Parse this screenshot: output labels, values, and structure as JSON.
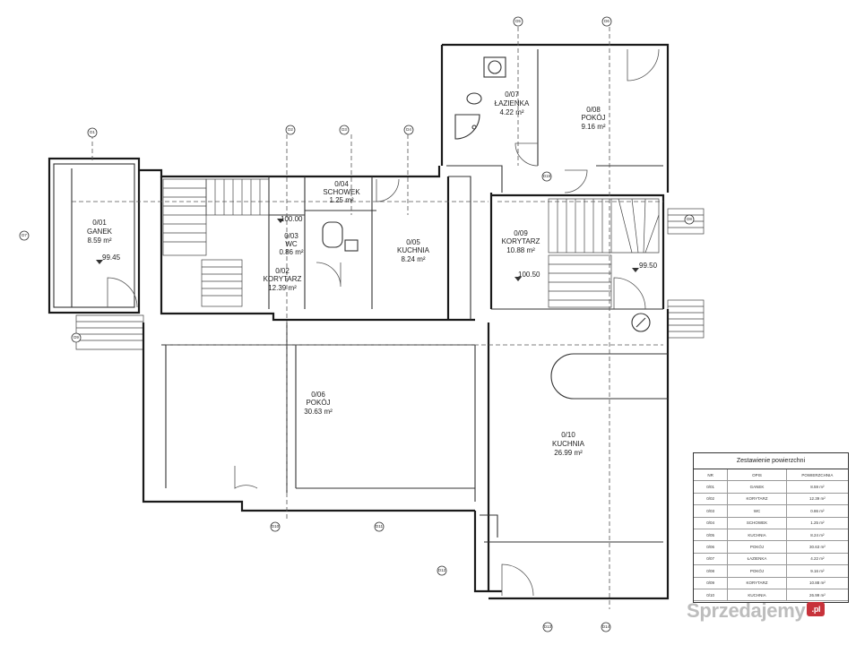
{
  "rooms": [
    {
      "id": "r01",
      "number": "0/01",
      "name": "GANEK",
      "area": "8.59 m²"
    },
    {
      "id": "r02",
      "number": "0/02",
      "name": "KORYTARZ",
      "area": "12.39 m²"
    },
    {
      "id": "r03",
      "number": "0/03",
      "name": "WC",
      "area": "0.86 m²"
    },
    {
      "id": "r04",
      "number": "0/04",
      "name": "SCHOWEK",
      "area": "1.25 m²"
    },
    {
      "id": "r05",
      "number": "0/05",
      "name": "KUCHNIA",
      "area": "8.24 m²"
    },
    {
      "id": "r06",
      "number": "0/06",
      "name": "POKÓJ",
      "area": "30.63 m²"
    },
    {
      "id": "r07",
      "number": "0/07",
      "name": "ŁAZIENKA",
      "area": "4.22 m²"
    },
    {
      "id": "r08",
      "number": "0/08",
      "name": "POKÓJ",
      "area": "9.16 m²"
    },
    {
      "id": "r09",
      "number": "0/09",
      "name": "KORYTARZ",
      "area": "10.88 m²"
    },
    {
      "id": "r10",
      "number": "0/10",
      "name": "KUCHNIA",
      "area": "26.99 m²"
    }
  ],
  "levels": [
    "100.00",
    "99.45",
    "100.50",
    "99.50"
  ],
  "summary": {
    "title": "Zestawienie powierzchni",
    "headers": [
      "NR",
      "OPIS",
      "POWIERZCHNIA"
    ],
    "rows": [
      [
        "0/01",
        "GANEK",
        "8.59 m²"
      ],
      [
        "0/02",
        "KORYTARZ",
        "12.39 m²"
      ],
      [
        "0/03",
        "WC",
        "0.86 m²"
      ],
      [
        "0/04",
        "SCHOWEK",
        "1.25 m²"
      ],
      [
        "0/05",
        "KUCHNIA",
        "8.24 m²"
      ],
      [
        "0/06",
        "POKÓJ",
        "30.63 m²"
      ],
      [
        "0/07",
        "ŁAZIENKA",
        "4.22 m²"
      ],
      [
        "0/08",
        "POKÓJ",
        "9.16 m²"
      ],
      [
        "0/09",
        "KORYTARZ",
        "10.88 m²"
      ],
      [
        "0/10",
        "KUCHNIA",
        "26.99 m²"
      ]
    ]
  },
  "tags": {
    "d01": "D1",
    "d02": "D2",
    "d03": "D3",
    "d04": "D4",
    "d05": "D5",
    "d06": "D6",
    "d07": "D7",
    "d08": "D8",
    "d09": "D9",
    "d10": "D10",
    "d11": "D11",
    "d12": "D12",
    "d13": "D13",
    "d14": "D14",
    "d15": "D15"
  },
  "watermark": {
    "text": "Sprzedajemy",
    "suffix": ".pl"
  }
}
